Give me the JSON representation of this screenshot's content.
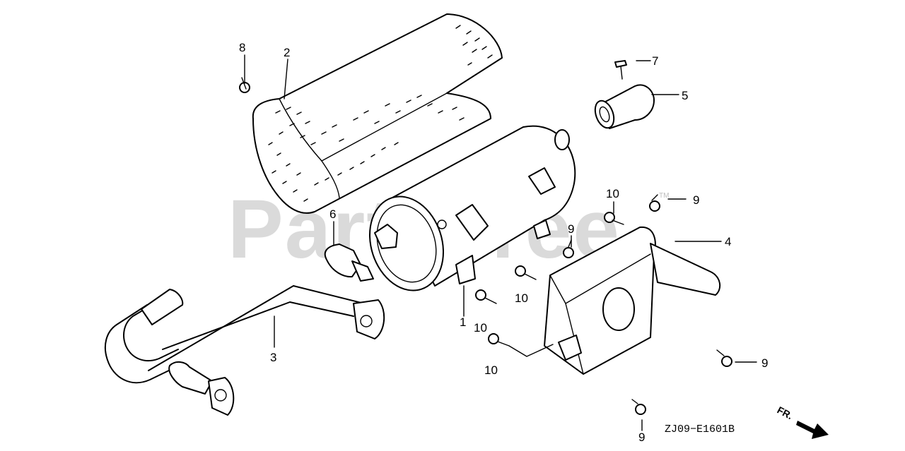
{
  "watermark": {
    "text": "PartsTree",
    "trademark": "TM"
  },
  "diagram_code": "ZJ09−E1601B",
  "direction_label": "FR.",
  "callouts": [
    {
      "id": "c1",
      "label": "1"
    },
    {
      "id": "c2",
      "label": "2"
    },
    {
      "id": "c3",
      "label": "3"
    },
    {
      "id": "c4",
      "label": "4"
    },
    {
      "id": "c5",
      "label": "5"
    },
    {
      "id": "c6",
      "label": "6"
    },
    {
      "id": "c7",
      "label": "7"
    },
    {
      "id": "c8",
      "label": "8"
    },
    {
      "id": "c9a",
      "label": "9"
    },
    {
      "id": "c9b",
      "label": "9"
    },
    {
      "id": "c9c",
      "label": "9"
    },
    {
      "id": "c9d",
      "label": "9"
    },
    {
      "id": "c10a",
      "label": "10"
    },
    {
      "id": "c10b",
      "label": "10"
    },
    {
      "id": "c10c",
      "label": "10"
    },
    {
      "id": "c10d",
      "label": "10"
    }
  ]
}
